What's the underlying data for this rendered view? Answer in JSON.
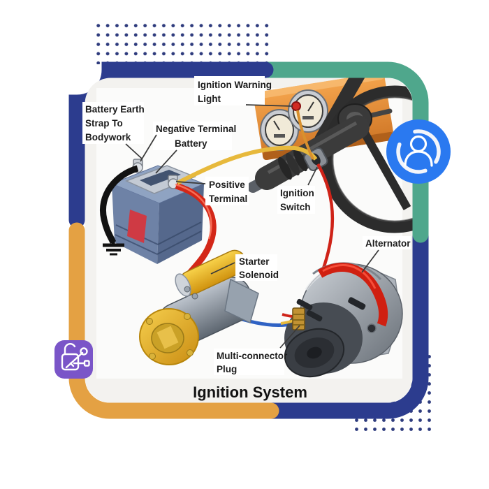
{
  "title": "Ignition System",
  "labels": {
    "ignition_warning_light": [
      "Ignition Warning",
      "Light"
    ],
    "battery_earth_strap": [
      "Battery Earth",
      "Strap To",
      "Bodywork"
    ],
    "negative_terminal": [
      "Negative Terminal"
    ],
    "battery": [
      "Battery"
    ],
    "positive_terminal": [
      "Positive",
      "Terminal"
    ],
    "ignition_switch": [
      "Ignition",
      "Switch"
    ],
    "alternator": [
      "Alternator"
    ],
    "starter_solenoid": [
      "Starter",
      "Solenoid"
    ],
    "multi_connector_plug": [
      "Multi-connector",
      "Plug"
    ]
  },
  "icons": {
    "user_badge": "user-icon",
    "service_badge": "unlock-key-icon"
  },
  "colors": {
    "frame_navy": "#2c3c8e",
    "frame_teal": "#4fa78c",
    "frame_orange": "#e4a143",
    "card_bg": "#f3f2ef",
    "dot_navy": "#2e3b7d",
    "user_badge_blue": "#2a79f0",
    "service_badge_purple": "#7a55c8",
    "wire_red": "#cf2318",
    "wire_yellow": "#e7b93c",
    "wire_blue": "#2f62c4"
  }
}
